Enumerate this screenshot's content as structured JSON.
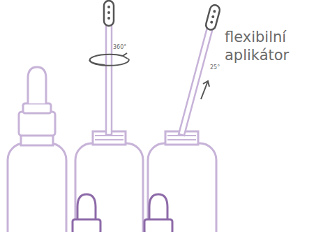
{
  "diagram": {
    "labels": [
      "360°",
      "25°",
      "flexibilní aplikátor"
    ]
  }
}
